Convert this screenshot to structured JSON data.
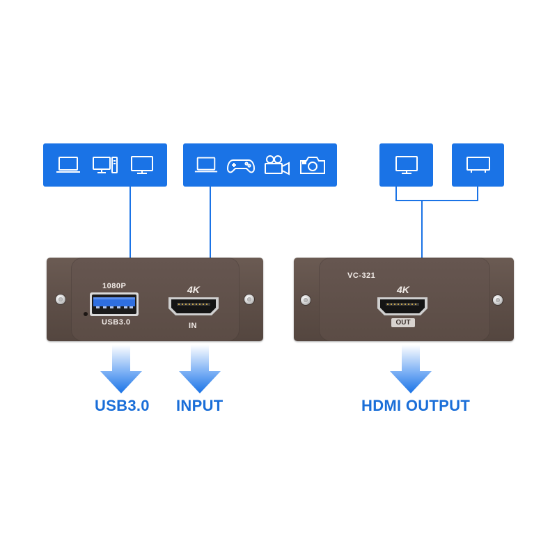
{
  "device": {
    "model": "VC-321",
    "usb_resolution": "1080P",
    "usb_port_label": "USB3.0",
    "hdmi_in_badge": "4K",
    "hdmi_in_label": "IN",
    "hdmi_out_badge": "4K",
    "hdmi_out_label": "OUT"
  },
  "labels": {
    "usb": "USB3.0",
    "input": "INPUT",
    "output": "HDMI OUTPUT"
  },
  "icon_groups": {
    "usb_hosts": [
      "laptop-icon",
      "desktop-computer-icon",
      "monitor-icon"
    ],
    "input_sources": [
      "laptop-icon",
      "gamepad-icon",
      "video-camera-icon",
      "photo-camera-icon"
    ],
    "output_displays": [
      "monitor-icon",
      "tv-icon"
    ]
  },
  "colors": {
    "accent": "#1a73e6",
    "label_text": "#1a6ed8",
    "device_body": "#5d4e47"
  }
}
